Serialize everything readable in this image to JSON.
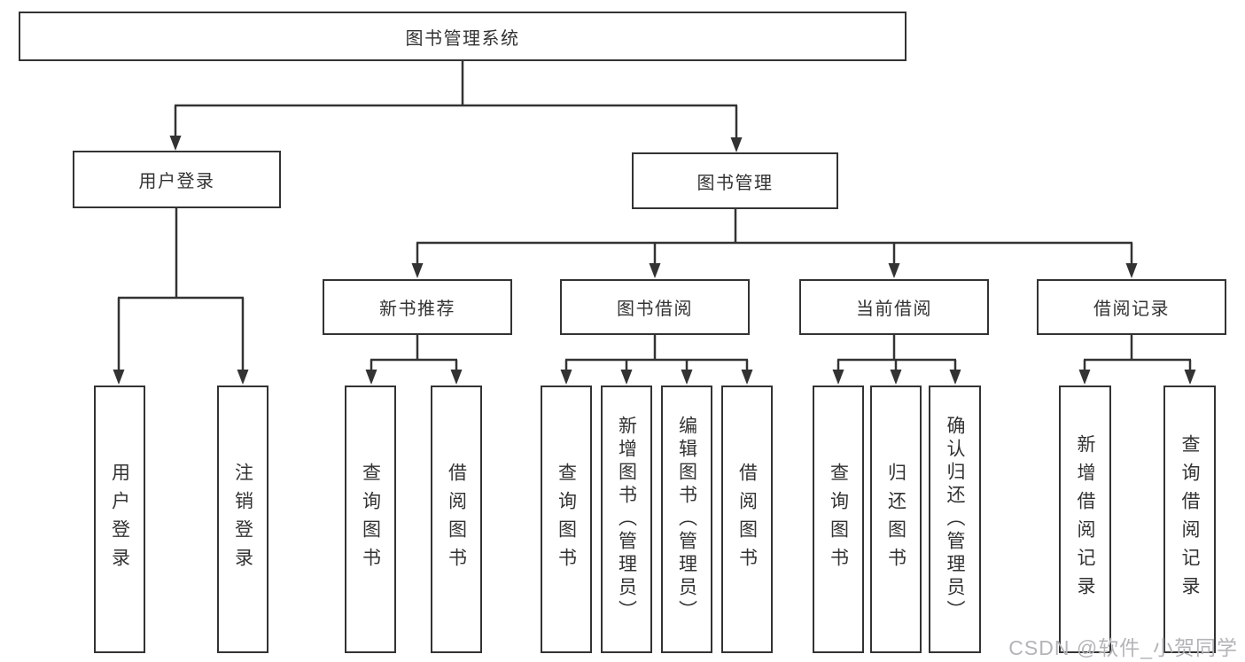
{
  "diagram": {
    "type": "hierarchy-functional-structure",
    "colors": {
      "line": "#333333",
      "box_border": "#333333",
      "box_fill": "#ffffff",
      "text": "#333333",
      "watermark_text": "#b4b4b8"
    },
    "root": {
      "label": "图书管理系统",
      "children": [
        {
          "label": "用户登录",
          "children": [
            {
              "label": "用户登录"
            },
            {
              "label": "注销登录"
            }
          ]
        },
        {
          "label": "图书管理",
          "children": [
            {
              "label": "新书推荐",
              "children": [
                {
                  "label": "查询图书"
                },
                {
                  "label": "借阅图书"
                }
              ]
            },
            {
              "label": "图书借阅",
              "children": [
                {
                  "label": "查询图书"
                },
                {
                  "label": "新增图书（管理员）"
                },
                {
                  "label": "编辑图书（管理员）"
                },
                {
                  "label": "借阅图书"
                }
              ]
            },
            {
              "label": "当前借阅",
              "children": [
                {
                  "label": "查询图书"
                },
                {
                  "label": "归还图书"
                },
                {
                  "label": "确认归还（管理员）"
                }
              ]
            },
            {
              "label": "借阅记录",
              "children": [
                {
                  "label": "新增借阅记录"
                },
                {
                  "label": "查询借阅记录"
                }
              ]
            }
          ]
        }
      ]
    },
    "watermark": "CSDN @软件_小贺同学"
  }
}
